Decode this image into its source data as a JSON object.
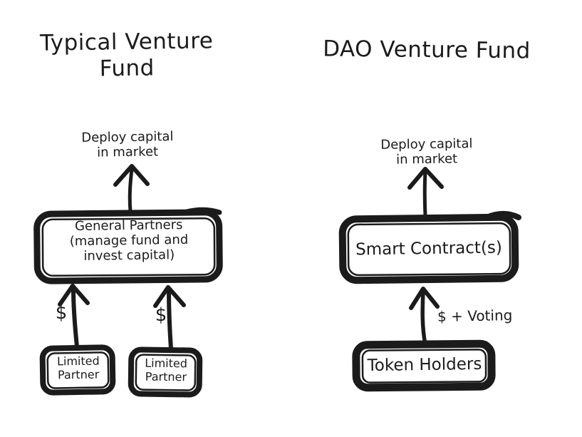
{
  "canvas": {
    "background_color": "#ffffff",
    "ink_color": "#1b1b1b"
  },
  "left_diagram": {
    "title_line1": "Typical Venture",
    "title_line2": "Fund",
    "deploy_line1": "Deploy capital",
    "deploy_line2": "in market",
    "general_partners_box": {
      "line1": "General Partners",
      "line2": "(manage fund and",
      "line3": "invest capital)"
    },
    "dollar_label_1": "$",
    "dollar_label_2": "$",
    "limited_partner_box_1": {
      "line1": "Limited",
      "line2": "Partner"
    },
    "limited_partner_box_2": {
      "line1": "Limited",
      "line2": "Partner"
    }
  },
  "right_diagram": {
    "title": "DAO Venture Fund",
    "deploy_line1": "Deploy capital",
    "deploy_line2": "in market",
    "smart_contracts_label": "Smart Contract(s)",
    "flow_label": "$ + Voting",
    "token_holders_label": "Token Holders"
  }
}
